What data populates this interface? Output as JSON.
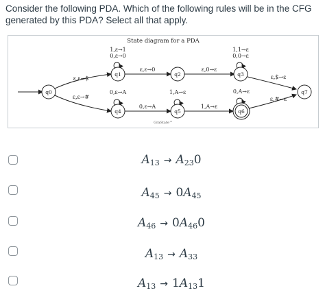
{
  "question": {
    "text": "Consider the following PDA. Which of the following rules will be in the CFG generated by this PDA? Select all that apply."
  },
  "diagram": {
    "title": "State diagram for a PDA",
    "watermark": "GraState™",
    "states": [
      "q0",
      "q1",
      "q2",
      "q3",
      "q4",
      "q5",
      "q6",
      "q7"
    ],
    "labels": {
      "q0_q1": "ε,ε→$",
      "q0_q4": "ε,ε→#",
      "q1_loop_1": "1,ε→1",
      "q1_loop_2": "0,ε→0",
      "q1_q2": "ε,ε→0",
      "q2_q3": "ε,0→ε",
      "q3_loop_1": "1,1→ε",
      "q3_loop_2": "0,0→ε",
      "q3_q7": "ε,$→ε",
      "q4_loop": "0,ε→A",
      "q4_q5": "0,ε→A",
      "q5_loop": "1,A→ε",
      "q5_q6": "1,A→ε",
      "q6_loop": "0,A→ε",
      "q6_q7": "ε,#→ε"
    }
  },
  "options": [
    {
      "lhs": "A",
      "lhs_sub": "13",
      "arrow": "→",
      "r1": "A",
      "r1_sub": "23",
      "tail": "0"
    },
    {
      "lhs": "A",
      "lhs_sub": "45",
      "arrow": "→",
      "pre": "0",
      "r1": "A",
      "r1_sub": "45",
      "tail": ""
    },
    {
      "lhs": "A",
      "lhs_sub": "46",
      "arrow": "→",
      "pre": "0",
      "r1": "A",
      "r1_sub": "46",
      "tail": "0"
    },
    {
      "lhs": "A",
      "lhs_sub": "13",
      "arrow": "→",
      "r1": "A",
      "r1_sub": "33",
      "tail": ""
    },
    {
      "lhs": "A",
      "lhs_sub": "13",
      "arrow": "→",
      "pre": "1",
      "r1": "A",
      "r1_sub": "13",
      "tail": "1"
    }
  ]
}
